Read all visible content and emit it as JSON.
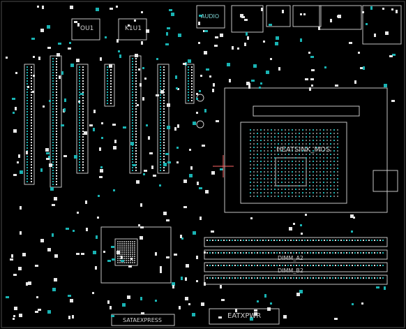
{
  "view": {
    "background": "#000000",
    "trace_color": "#e8e8e8",
    "pad_color": "#19b3b3",
    "cursor_color": "#ff6666"
  },
  "labels": {
    "chip_left": "OU1",
    "chip_right": "K1U1",
    "audio": "AUDIO",
    "heatsink": "HEATSINK_MOS",
    "dimm_a2": "DIMM_A2",
    "dimm_b2": "DIMM_B2",
    "satae": "SATAEXPRESS",
    "eatx": "EATXPWR"
  }
}
